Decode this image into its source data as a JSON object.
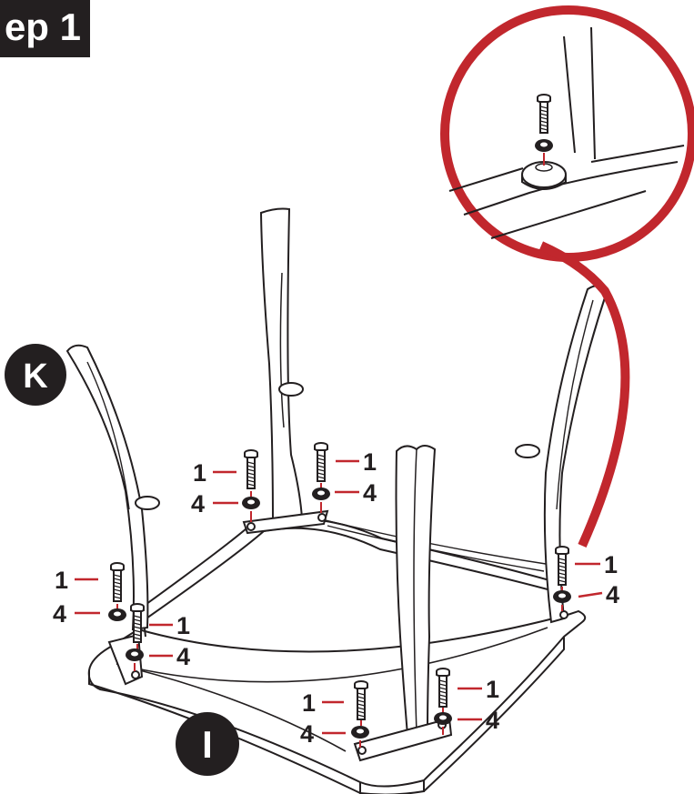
{
  "header": {
    "step_label": "ep 1"
  },
  "badges": {
    "k": "K",
    "i": "I"
  },
  "parts": {
    "screw_number": "1",
    "washer_number": "4"
  },
  "colors": {
    "accent": "#c1272d",
    "ink": "#231f20",
    "paper": "#ffffff"
  },
  "icons": {
    "screw": "screw-icon",
    "washer": "washer-icon",
    "magnifier": "detail-callout-circle"
  }
}
